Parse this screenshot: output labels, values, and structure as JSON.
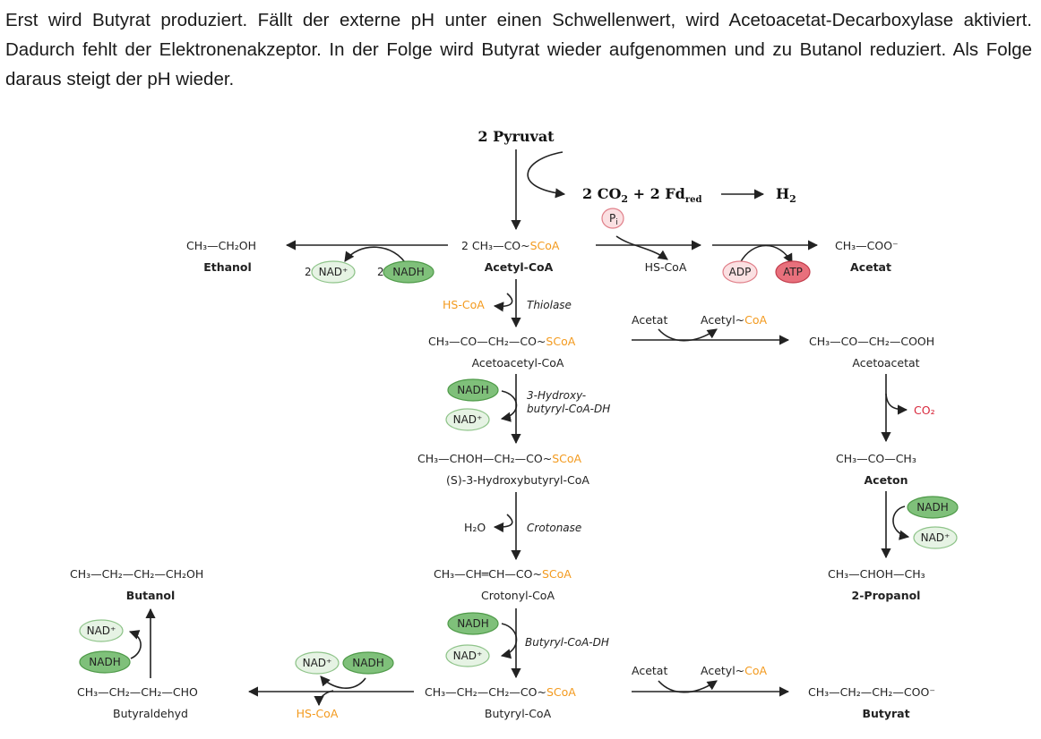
{
  "intro_text": "Erst wird Butyrat produziert. Fällt der externe pH unter einen Schwellenwert, wird Acetoacetat-Decarboxylase aktiviert. Dadurch fehlt der Elektronenakzeptor. In der Folge wird Butyrat wieder aufgenommen und zu Butanol reduziert. Als Folge daraus steigt der pH wieder.",
  "colors": {
    "nad_fill": "#e6f3e4",
    "nad_stroke": "#8fc48a",
    "nadh_fill": "#7fc07a",
    "nadh_stroke": "#4e9a48",
    "adp_fill": "#fbe0e2",
    "adp_stroke": "#e07f89",
    "atp_fill": "#e8707c",
    "atp_stroke": "#c23c4b",
    "coa": "#f39a1e",
    "co2": "#d8283c"
  },
  "top": {
    "pyruvat": "2 Pyruvat",
    "co2_fd_a": "2 CO",
    "co2_fd_sub": "2",
    "co2_fd_b": " + 2 Fd",
    "co2_fd_sub2": "red",
    "h2": "H",
    "h2_sub": "2",
    "pi": "P",
    "pi_sub": "i"
  },
  "acetyl": {
    "coef": "2 CH₃—CO",
    "coa": "SCoA",
    "name": "Acetyl-CoA"
  },
  "ethanol": {
    "formula": "CH₃—CH₂OH",
    "name": "Ethanol",
    "nad": "NAD⁺",
    "nadh": "NADH",
    "nad_coef": "2",
    "nadh_coef": "2"
  },
  "acetat": {
    "formula": "CH₃—COO⁻",
    "name": "Acetat",
    "hscoa": "HS-CoA",
    "adp": "ADP",
    "atp": "ATP"
  },
  "thiolase": {
    "hscoa": "HS-CoA",
    "enzyme": "Thiolase"
  },
  "acetoacetyl": {
    "formula": "CH₃—CO—CH₂—CO",
    "coa": "SCoA",
    "name": "Acetoacetyl-CoA"
  },
  "transfer1": {
    "acetat": "Acetat",
    "acetyl": "Acetyl",
    "coa": "CoA"
  },
  "acetoacetat": {
    "formula": "CH₃—CO—CH₂—COOH",
    "name": "Acetoacetat",
    "co2": "CO₂"
  },
  "hydroxy_step": {
    "nadh": "NADH",
    "nad": "NAD⁺",
    "enzyme_line1": "3-Hydroxy-",
    "enzyme_line2": "butyryl-CoA-DH"
  },
  "hydroxybutyryl": {
    "formula": "CH₃—CHOH—CH₂—CO",
    "coa": "SCoA",
    "name": "(S)-3-Hydroxybutyryl-CoA"
  },
  "aceton": {
    "formula": "CH₃—CO—CH₃",
    "name": "Aceton",
    "nadh": "NADH",
    "nad": "NAD⁺"
  },
  "crotonase": {
    "h2o": "H₂O",
    "enzyme": "Crotonase"
  },
  "crotonyl": {
    "formula": "CH₃—CH═CH—CO",
    "coa": "SCoA",
    "name": "Crotonyl-CoA"
  },
  "propanol": {
    "formula": "CH₃—CHOH—CH₃",
    "name": "2-Propanol"
  },
  "butanol": {
    "formula": "CH₃—CH₂—CH₂—CH₂OH",
    "name": "Butanol",
    "nad": "NAD⁺",
    "nadh": "NADH"
  },
  "butyryl_step": {
    "nadh": "NADH",
    "nad": "NAD⁺",
    "enzyme": "Butyryl-CoA-DH"
  },
  "butyraldehyd": {
    "formula": "CH₃—CH₂—CH₂—CHO",
    "name": "Butyraldehyd",
    "nad": "NAD⁺",
    "nadh": "NADH",
    "hscoa": "HS-CoA"
  },
  "butyryl": {
    "formula": "CH₃—CH₂—CH₂—CO",
    "coa": "SCoA",
    "name": "Butyryl-CoA"
  },
  "transfer2": {
    "acetat": "Acetat",
    "acetyl": "Acetyl",
    "coa": "CoA"
  },
  "butyrat": {
    "formula": "CH₃—CH₂—CH₂—COO⁻",
    "name": "Butyrat"
  }
}
